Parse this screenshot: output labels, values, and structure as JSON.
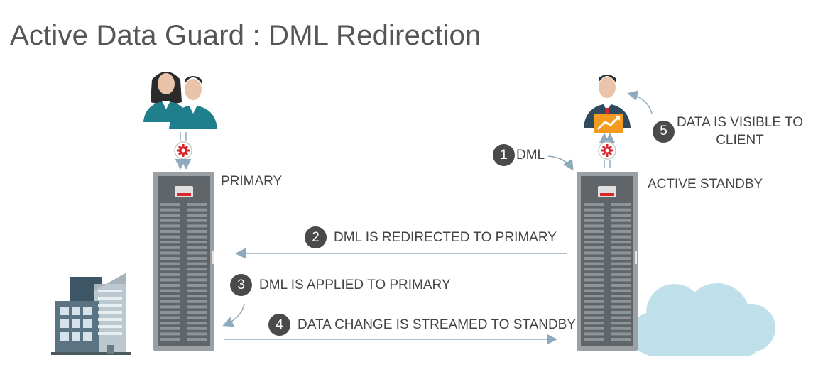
{
  "title": "Active Data Guard : DML Redirection",
  "nodes": {
    "primary_label": "PRIMARY",
    "standby_label": "ACTIVE STANDBY"
  },
  "steps": [
    {
      "number": "1",
      "text": "DML"
    },
    {
      "number": "2",
      "text": "DML IS REDIRECTED  TO PRIMARY"
    },
    {
      "number": "3",
      "text": "DML IS APPLIED TO PRIMARY"
    },
    {
      "number": "4",
      "text": "DATA CHANGE IS STREAMED TO STANDBY"
    },
    {
      "number": "5",
      "text": "DATA IS VISIBLE TO CLIENT"
    }
  ],
  "icons": [
    "users-icon",
    "gear-icon",
    "server-rack-icon",
    "office-building-icon",
    "businessman-icon",
    "chart-icon",
    "cloud-icon"
  ],
  "colors": {
    "teal_clothing": "#1f7f8c",
    "server_gray": "#8a8f93",
    "server_accent_red": "#d9252b",
    "arrow": "#8eaabd",
    "cloud": "#bfe0ea",
    "badge": "#4a4a4a",
    "chart_orange": "#f39a1f"
  }
}
